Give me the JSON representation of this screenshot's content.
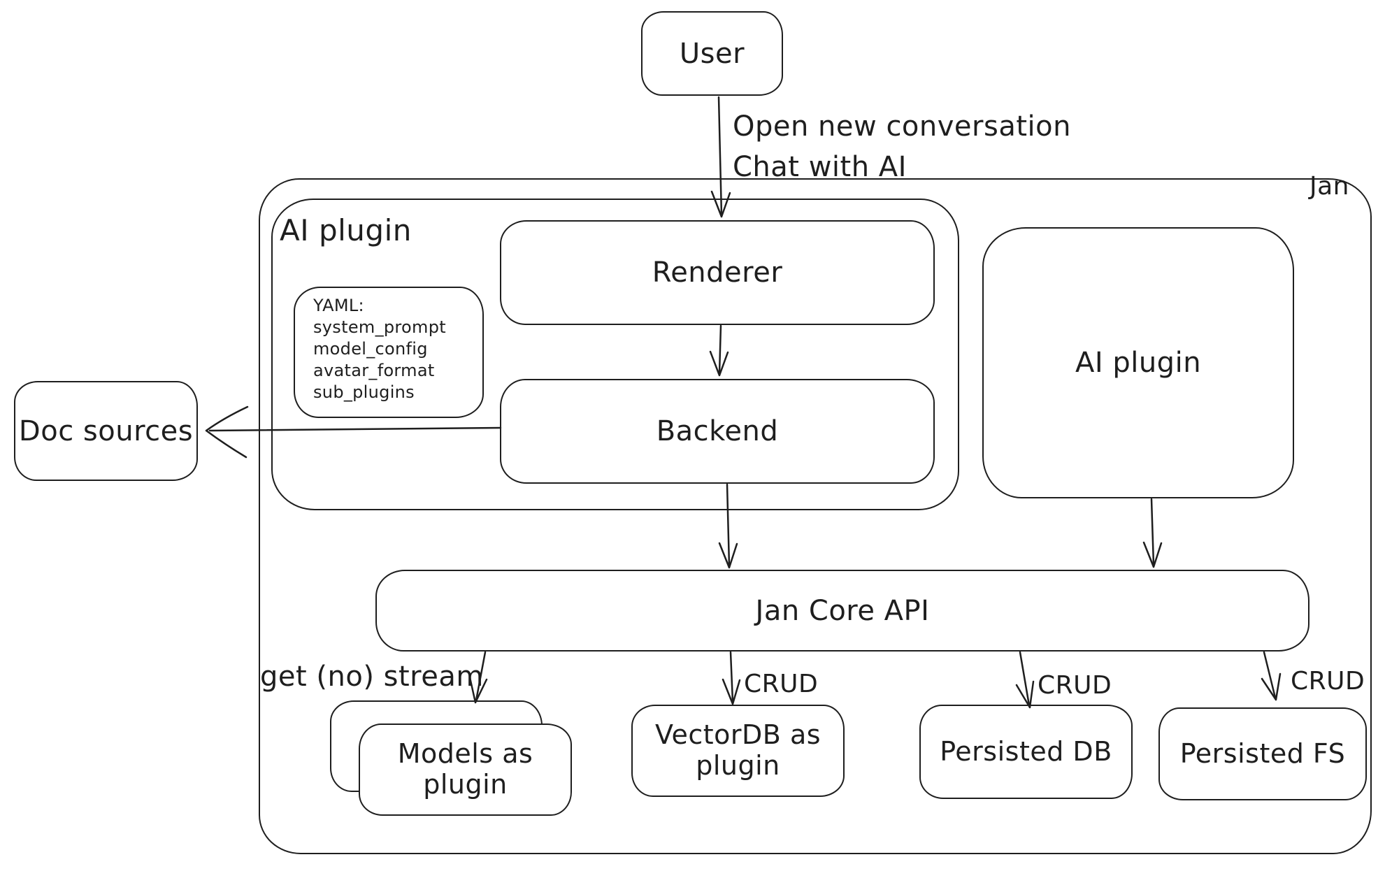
{
  "diagram": {
    "title_region": "Jan",
    "nodes": {
      "user": "User",
      "jan_container": "Jan",
      "ai_plugin_container": "AI plugin",
      "renderer": "Renderer",
      "backend": "Backend",
      "ai_plugin_right": "AI plugin",
      "doc_sources": "Doc sources",
      "jan_core_api": "Jan Core API",
      "models": {
        "line1": "Models as",
        "line2": "plugin"
      },
      "vectordb": {
        "line1": "VectorDB as",
        "line2": "plugin"
      },
      "persisted_db": "Persisted DB",
      "persisted_fs": "Persisted FS"
    },
    "yaml_note": {
      "lines": [
        "YAML:",
        "system_prompt",
        "model_config",
        "avatar_format",
        "sub_plugins"
      ]
    },
    "edge_labels": {
      "user_to_renderer_line1": "Open new conversation",
      "user_to_renderer_line2": "Chat with AI",
      "get_no_stream": "get (no) stream",
      "crud_vectordb": "CRUD",
      "crud_persisted_db": "CRUD",
      "crud_persisted_fs": "CRUD"
    },
    "colors": {
      "stroke": "#1e1e1e",
      "background": "#ffffff"
    }
  }
}
